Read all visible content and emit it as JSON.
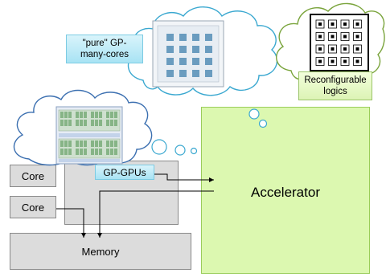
{
  "labels": {
    "core_top": "Core",
    "core_bottom": "Core",
    "memory": "Memory",
    "gp_gpus": "GP-GPUs",
    "accelerator": "Accelerator",
    "pure_gp_line1": "\"pure\" GP-",
    "pure_gp_line2": "many-cores",
    "reconfigurable_line1": "Reconfigurable",
    "reconfigurable_line2": "logics"
  },
  "colors": {
    "accelerator_fill": "#dcf8b0",
    "accelerator_border": "#9acd5a",
    "gpu_cloud_border": "#3b6fb0",
    "manycore_cloud_border": "#3aa8d0",
    "fpga_cloud_border": "#7aa43c",
    "arrow": "#000000"
  },
  "icons": [
    "gpu-die-image",
    "manycore-chip-image",
    "fpga-grid-image"
  ]
}
